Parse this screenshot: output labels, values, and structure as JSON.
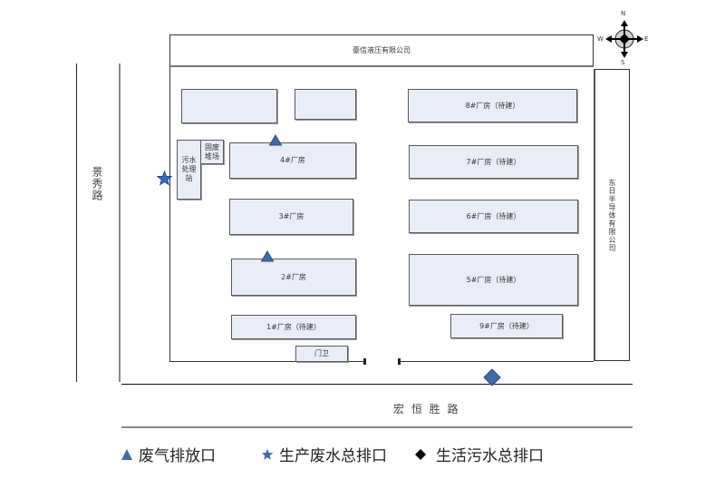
{
  "diagram": {
    "north_company": "豪信液压有限公司",
    "east_company": "东日半导体有限公司",
    "west_road": "景秀路",
    "south_road": "宏 恒 胜 路",
    "compass": {
      "n": "N",
      "s": "S",
      "e": "E",
      "w": "W"
    },
    "buildings": {
      "b8": "8#厂房（待建）",
      "b7": "7#厂房（待建）",
      "b6": "6#厂房（待建）",
      "b5": "5#厂房（待建）",
      "b9": "9#厂房（待建）",
      "b4": "4#厂房",
      "b3": "3#厂房",
      "b2": "2#厂房",
      "b1": "1#厂房（待建）",
      "sewage": "污水处理站",
      "solid_waste": "固废堆场",
      "guard": "门卫",
      "unlabeled_1": "",
      "unlabeled_2": ""
    },
    "colors": {
      "building_fill": "#e8edf7",
      "marker_blue": "#3e6aa8",
      "star_blue": "#2f6fc9",
      "diamond_black": "#000000"
    }
  },
  "legend": {
    "items": [
      {
        "symbol": "triangle",
        "label": "废气排放口"
      },
      {
        "symbol": "star",
        "label": "生产废水总排口"
      },
      {
        "symbol": "diamond",
        "label": "生活污水总排口"
      }
    ]
  }
}
